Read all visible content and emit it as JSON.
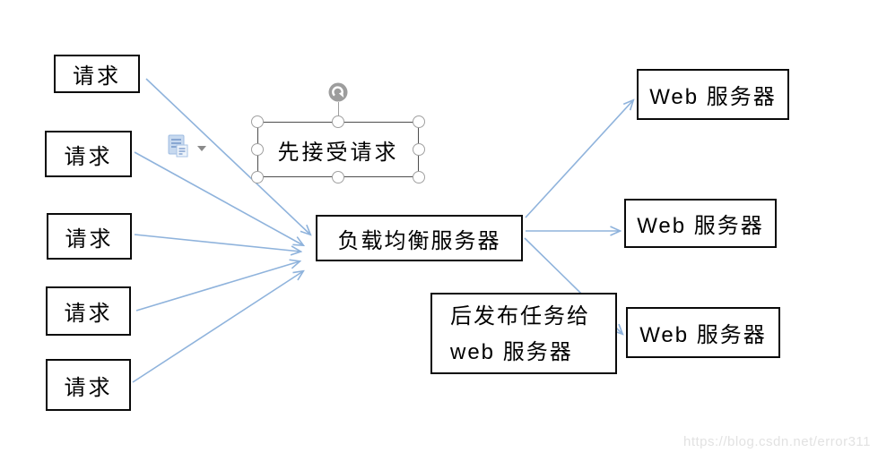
{
  "diagram": {
    "request_boxes": [
      {
        "label": "请求"
      },
      {
        "label": "请求"
      },
      {
        "label": "请求"
      },
      {
        "label": "请求"
      },
      {
        "label": "请求"
      }
    ],
    "selected_textbox": {
      "label": "先接受请求"
    },
    "load_balancer": {
      "label": "负载均衡服务器"
    },
    "note_box": {
      "line1": "后发布任务给",
      "line2": "web 服务器"
    },
    "web_servers": [
      {
        "label": "Web 服务器"
      },
      {
        "label": "Web 服务器"
      },
      {
        "label": "Web 服务器"
      }
    ],
    "arrows": {
      "left_count": 5,
      "right_count": 3,
      "head_style": "open-v"
    }
  },
  "icons": {
    "paste_options": "clipboard-paste-icon",
    "paste_dropdown": "dropdown-triangle-icon",
    "rotate_handle": "rotate-clockwise-icon"
  },
  "watermark": {
    "text": "https://blog.csdn.net/error311"
  },
  "colors": {
    "arrow": "#8FB3DC",
    "box_border": "#0a0a0a",
    "handle_border": "#A0A0A0",
    "rotate_fill": "#9D9D9D",
    "paste_icon_fill": "#C7D9EF",
    "paste_icon_line": "#7396C9",
    "watermark": "#E2E2E2"
  }
}
